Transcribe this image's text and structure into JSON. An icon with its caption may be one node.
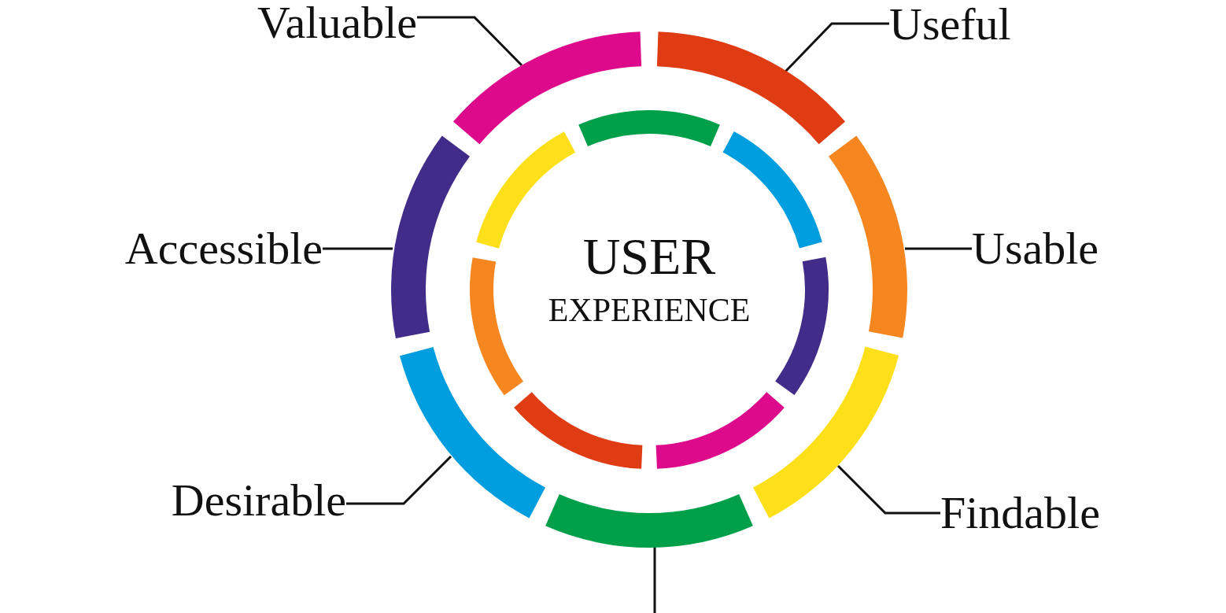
{
  "diagram": {
    "nodes": [
      {
        "text": [
          "Valuable"
        ]
      },
      {
        "text": [
          "Useful"
        ]
      },
      {
        "text": [
          "Accessible"
        ]
      },
      {
        "text": [
          "Usable"
        ]
      },
      {
        "text": [
          "Desirable"
        ]
      },
      {
        "text": [
          "Findable"
        ]
      },
      {
        "text": [],
        "shape": "arc"
      },
      {
        "text": [],
        "shape": "arc"
      },
      {
        "text": [],
        "shape": "arc"
      },
      {
        "text": [],
        "shape": "arc"
      },
      {
        "text": [],
        "shape": "arc"
      },
      {
        "text": [],
        "shape": "arc"
      },
      {
        "text": [],
        "shape": "arc"
      }
    ],
    "edges": [
      {
        "from": 0,
        "to": 12,
        "arrow": "none"
      },
      {
        "from": 1,
        "to": 6,
        "arrow": "none"
      },
      {
        "from": 2,
        "to": 11,
        "arrow": "none"
      },
      {
        "from": 3,
        "to": 7,
        "arrow": "none"
      },
      {
        "from": 4,
        "to": 10,
        "arrow": "none"
      },
      {
        "from": 5,
        "to": 8,
        "arrow": "none"
      },
      {
        "from": 9,
        "to": null,
        "arrow": "none"
      }
    ],
    "labels": [
      "USER",
      "EXPERIENCE"
    ]
  }
}
